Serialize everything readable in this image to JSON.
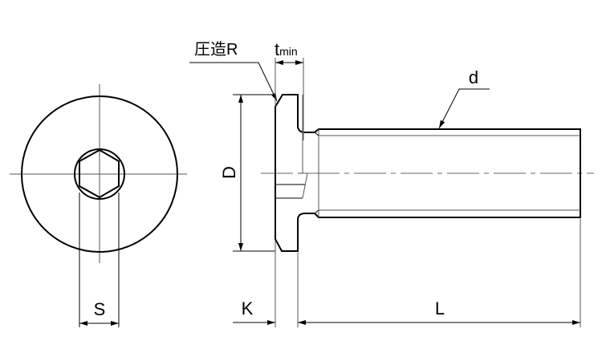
{
  "drawing": {
    "title": "Low head hex socket cap screw dimension drawing",
    "labels": {
      "forged_r": "圧造R",
      "t": "t",
      "t_sub": "min",
      "d": "d",
      "D": "D",
      "S": "S",
      "K": "K",
      "L": "L"
    },
    "colors": {
      "line": "#000000",
      "thin_line": "#555555"
    }
  }
}
